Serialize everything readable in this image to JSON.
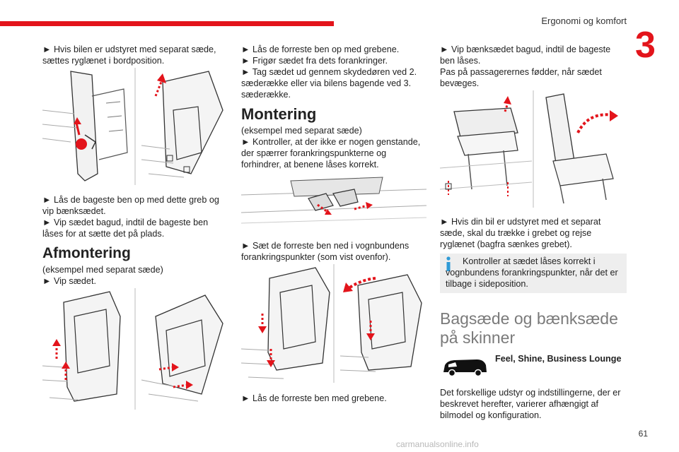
{
  "header": {
    "running_head": "Ergonomi og komfort",
    "chapter_number": "3"
  },
  "col1": {
    "p1": "► Hvis bilen er udstyret med separat sæde, sættes ryglænet i bordposition.",
    "p2": "► Lås de bageste ben op med dette greb og vip bænksædet.",
    "p3": "► Vip sædet bagud, indtil de bageste ben låses for at sætte det på plads.",
    "heading_afmontering": "Afmontering",
    "p4": "(eksempel med separat sæde)",
    "p5": "► Vip sædet."
  },
  "col2": {
    "p1": "► Lås de forreste ben op med grebene.",
    "p2": "► Frigør sædet fra dets forankringer.",
    "p3": "► Tag sædet ud gennem skydedøren ved 2. sæderække eller via bilens bagende ved 3. sæderække.",
    "heading_montering": "Montering",
    "p4": "(eksempel med separat sæde)",
    "p5": "► Kontroller, at der ikke er nogen genstande, der spærrer forankringspunkterne og forhindrer, at benene låses korrekt.",
    "p6": "► Sæt de forreste ben ned i vognbundens forankringspunkter (som vist ovenfor).",
    "p7": "► Lås de forreste ben med grebene."
  },
  "col3": {
    "p1": "► Vip bænksædet bagud, indtil de bageste ben låses.",
    "p2": "Pas på passagerernes fødder, når sædet bevæges.",
    "p3": "► Hvis din bil er udstyret med et separat sæde, skal du trække i grebet og rejse ryglænet (bagfra sænkes grebet).",
    "info_text": "Kontroller at sædet låses korrekt i vognbundens forankringspunkter, når det er tilbage i sideposition.",
    "heading_section": "Bagsæde og bænksæde på skinner",
    "trim_levels": "Feel, Shine, Business Lounge",
    "p4": "Det forskellige udstyr og indstillingerne, der er beskrevet herefter, varierer afhængigt af bilmodel og konfiguration."
  },
  "footer": {
    "page_number": "61",
    "watermark": "carmanualsonline.info"
  },
  "colors": {
    "accent_red": "#e3141b",
    "info_blue": "#2e9ad6",
    "box_grey": "#eeeeee",
    "heading_grey": "#7a7a7a"
  },
  "icons": {
    "info": "info-icon",
    "van": "van-icon"
  }
}
